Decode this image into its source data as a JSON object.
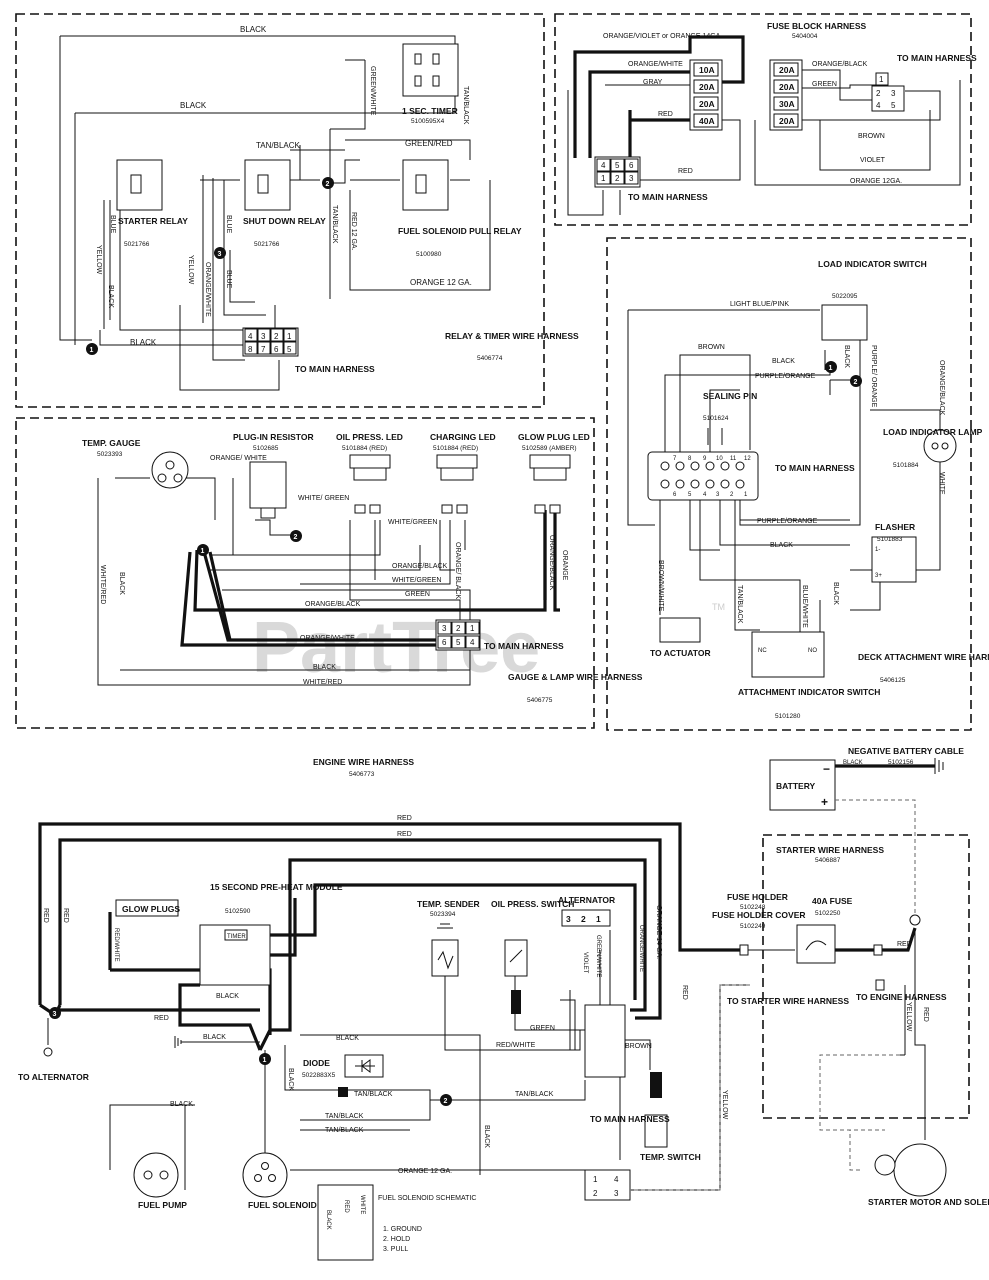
{
  "watermark": "PartTree",
  "watermark_tm": "TM",
  "relay_timer_harness": {
    "title": "RELAY & TIMER WIRE HARNESS",
    "part": "5406774",
    "starter_relay": "STARTER RELAY",
    "starter_relay_pn": "5021766",
    "shutdown_relay": "SHUT DOWN RELAY",
    "shutdown_relay_pn": "5021766",
    "timer": "1 SEC. TIMER",
    "timer_pn": "5100595X4",
    "fuel_relay": "FUEL SOLENOID PULL RELAY",
    "fuel_relay_pn": "5100980",
    "to_main": "TO MAIN HARNESS",
    "wires": [
      "BLACK",
      "BLACK",
      "TAN/BLACK",
      "GREEN/WHITE",
      "TAN/BLACK",
      "GREEN/RED",
      "BLUE",
      "YELLOW",
      "BLACK",
      "BLUE",
      "YELLOW",
      "ORANGE/WHITE",
      "BLUE",
      "TAN/BLACK",
      "RED 12 GA.",
      "ORANGE 12 GA.",
      "BLACK"
    ],
    "connector_top": [
      "4",
      "3",
      "2",
      "1"
    ],
    "connector_bottom": [
      "8",
      "7",
      "6",
      "5"
    ]
  },
  "fuse_block_harness": {
    "title": "FUSE BLOCK HARNESS",
    "part": "5404004",
    "fuses_left": [
      "10A",
      "20A",
      "20A",
      "40A"
    ],
    "fuses_right": [
      "20A",
      "20A",
      "30A",
      "20A"
    ],
    "wires": [
      "ORANGE/VIOLET or ORANGE 14GA.",
      "ORANGE/WHITE",
      "GRAY",
      "RED",
      "RED",
      "ORANGE/BLACK",
      "GREEN",
      "BROWN",
      "VIOLET",
      "ORANGE 12GA."
    ],
    "connector_top": [
      "4",
      "5",
      "6"
    ],
    "connector_bottom": [
      "1",
      "2",
      "3"
    ],
    "conn_right": [
      "1",
      "2",
      "3",
      "4",
      "5"
    ],
    "to_main": "TO MAIN HARNESS",
    "to_main_right": "TO MAIN HARNESS"
  },
  "gauge_lamp_harness": {
    "title": "GAUGE & LAMP WIRE HARNESS",
    "part": "5406775",
    "temp_gauge": "TEMP. GAUGE",
    "temp_gauge_pn": "5023393",
    "resistor": "PLUG-IN RESISTOR",
    "resistor_pn": "5102685",
    "oil_led": "OIL PRESS. LED",
    "oil_led_pn": "5101884 (RED)",
    "charging_led": "CHARGING LED",
    "charging_led_pn": "5101884 (RED)",
    "glow_led": "GLOW PLUG LED",
    "glow_led_pn": "5102589 (AMBER)",
    "to_main": "TO MAIN HARNESS",
    "wires": [
      "ORANGE/ WHITE",
      "WHITE/ GREEN",
      "WHITE/GREEN",
      "ORANGE/BLACK",
      "ORANGE/ BLACK",
      "WHITE/GREEN",
      "GREEN",
      "ORANGE/BLACK",
      "ORANGE/WHITE",
      "BLACK",
      "WHITE/RED",
      "WHITE/RED",
      "BLACK",
      "ORANGE/BLACK",
      "ORANGE"
    ],
    "connector_top": [
      "3",
      "2",
      "1"
    ],
    "connector_bottom": [
      "6",
      "5",
      "4"
    ]
  },
  "deck_harness": {
    "title": "DECK ATTACHMENT WIRE HARNESS",
    "part": "5406125",
    "load_switch": "LOAD INDICATOR SWITCH",
    "load_switch_pn": "5022095",
    "load_lamp": "LOAD INDICATOR LAMP",
    "load_lamp_pn": "5101884",
    "flasher": "FLASHER",
    "flasher_pn": "5101883",
    "sealing_pin": "SEALING PIN",
    "sealing_pin_pn": "5101624",
    "to_main": "TO MAIN HARNESS",
    "to_actuator": "TO ACTUATOR",
    "attach_switch": "ATTACHMENT INDICATOR SWITCH",
    "attach_switch_pn": "5101280",
    "wires": [
      "LIGHT BLUE/PINK",
      "BROWN",
      "BLACK",
      "PURPLE/ORANGE",
      "BLACK",
      "PURPLE/ ORANGE",
      "ORANGE/BLACK",
      "WHITE",
      "PURPLE/ORANGE",
      "BLACK",
      "BROWN/WHITE",
      "TAN/BLACK",
      "BLUE/WHITE",
      "BLACK"
    ],
    "pins_top": [
      "7",
      "8",
      "9",
      "10",
      "11",
      "12"
    ],
    "pins_bottom": [
      "6",
      "5",
      "4",
      "3",
      "2",
      "1"
    ],
    "nc": "NC",
    "no": "NO",
    "flasher_minus": "1-",
    "flasher_plus": "3+"
  },
  "engine_harness": {
    "title": "ENGINE WIRE HARNESS",
    "part": "5406773",
    "glow_plugs": "GLOW PLUGS",
    "preheat": "15 SECOND PRE-HEAT MODULE",
    "preheat_pn": "5102590",
    "timer_tag": "TIMER",
    "temp_sender": "TEMP. SENDER",
    "temp_sender_pn": "5023394",
    "oil_switch": "OIL PRESS. SWITCH",
    "alternator": "ALTERNATOR",
    "alt_terms": [
      "3",
      "2",
      "1"
    ],
    "diode": "DIODE",
    "diode_pn": "5022883X5",
    "to_alternator": "TO ALTERNATOR",
    "to_main": "TO MAIN HARNESS",
    "temp_switch": "TEMP. SWITCH",
    "fuel_pump": "FUEL PUMP",
    "fuel_solenoid": "FUEL SOLENOID",
    "fs_schematic": "FUEL SOLENOID SCHEMATIC",
    "fs_list": [
      "1. GROUND",
      "2. HOLD",
      "3. PULL"
    ],
    "fs_wires": [
      "BLACK",
      "RED",
      "WHITE"
    ],
    "conn_terms": [
      "1",
      "2",
      "3",
      "4"
    ],
    "wires": [
      "RED",
      "RED",
      "RED",
      "RED/WHITE",
      "RED",
      "BLACK",
      "RED",
      "BLACK",
      "BLACK",
      "BLACK",
      "BLACK",
      "TAN/BLACK",
      "TAN/BLACK",
      "TAN/BLACK",
      "TAN/BLACK",
      "GREEN",
      "RED/WHITE",
      "BROWN",
      "VIOLET",
      "GREEN/WHITE",
      "ORANGE/WHITE",
      "ORANGE 14 GA.",
      "ORANGE 12 GA.",
      "BLACK",
      "RED"
    ]
  },
  "battery_section": {
    "battery": "BATTERY",
    "neg_cable": "NEGATIVE BATTERY CABLE",
    "neg_cable_pn": "5102156",
    "neg_wire": "BLACK",
    "minus": "−",
    "plus": "+"
  },
  "starter_harness": {
    "title": "STARTER WIRE HARNESS",
    "part": "5406887",
    "fuse_holder": "FUSE HOLDER",
    "fuse_holder_pn": "5102248",
    "fuse_cover": "FUSE HOLDER COVER",
    "fuse_cover_pn": "5102249",
    "fuse": "40A FUSE",
    "fuse_pn": "5102250",
    "to_starter": "TO STARTER WIRE HARNESS",
    "to_engine": "TO ENGINE HARNESS",
    "starter_motor": "STARTER MOTOR AND SOLENOID",
    "wires": [
      "RED",
      "YELLOW",
      "RED",
      "YELLOW"
    ]
  },
  "junctions": [
    "1",
    "2",
    "3"
  ]
}
